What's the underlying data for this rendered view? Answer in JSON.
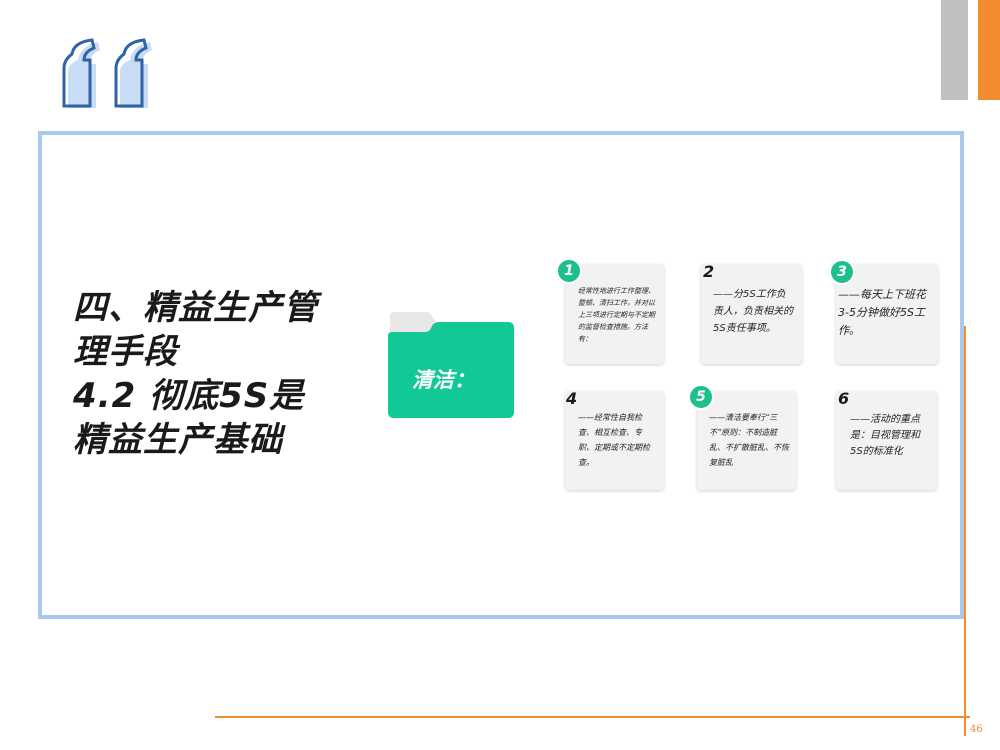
{
  "title_lines": [
    "四、精益生产管",
    "理手段",
    "4.2 彻底5S是",
    "精益生产基础"
  ],
  "folder_label": "清洁：",
  "cards": [
    {
      "number": "1",
      "text": "经常性地进行工作整理、整顿、清扫工作，并对以上三项进行定期与不定期的监督检查措施。方法有："
    },
    {
      "number": "2",
      "text": "——分5S工作负责人，负责相关的5S责任事项。"
    },
    {
      "number": "3",
      "text": "——每天上下班花3-5分钟做好5S工作。"
    },
    {
      "number": "4",
      "text": "——经常性自我检查、相互检查、专职、定期或不定期检查。"
    },
    {
      "number": "5",
      "text": "——清洁要奉行“三不”原则：不制造脏乱、不扩散脏乱、不恢复脏乱"
    },
    {
      "number": "6",
      "text": "——活动的重点是：目视管理和5S的标准化"
    }
  ],
  "page_number": "46",
  "colors": {
    "accent_green": "#1dbf8e",
    "accent_orange": "#f28a2e",
    "frame_blue": "#a9c8ec",
    "bar_gray": "#bfbfbf"
  }
}
